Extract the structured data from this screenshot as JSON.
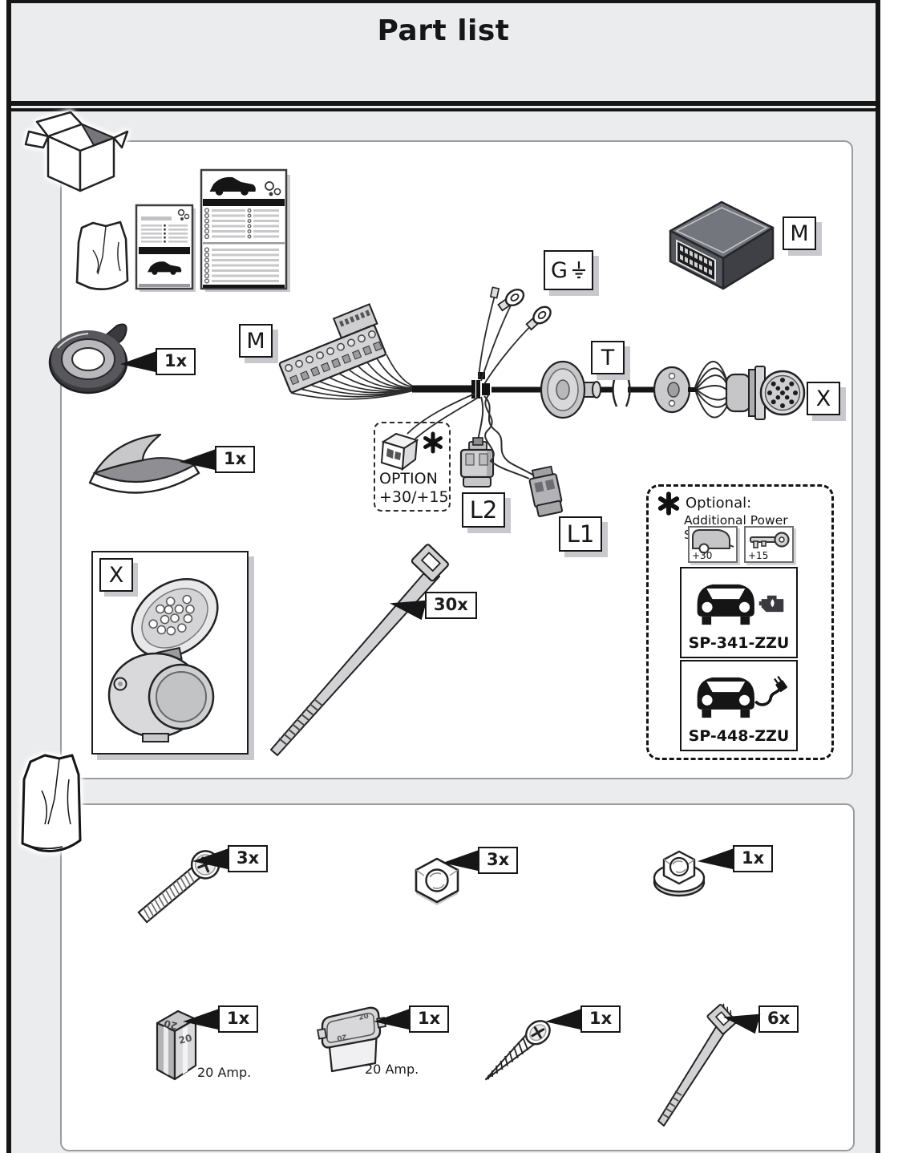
{
  "header": {
    "title": "Part list"
  },
  "kit": {
    "module_label": "M",
    "connector_label": "M",
    "ground_label": "G",
    "tube_label": "T",
    "socket_label": "X",
    "socket_detail_label": "X",
    "l1_label": "L1",
    "l2_label": "L2",
    "tape_qty": "1x",
    "pad_qty": "1x",
    "cable_tie_qty": "30x",
    "option_tag": {
      "asterisk": "*",
      "line1": "OPTION",
      "line2": "+30/+15"
    },
    "optional": {
      "asterisk": "*",
      "heading1": "Optional:",
      "heading2": "Additional Power Supply",
      "caravan_label": "+30",
      "key_label": "+15",
      "part_a": "SP-341-ZZU",
      "part_b": "SP-448-ZZU"
    }
  },
  "hardware": {
    "machine_screw_qty": "3x",
    "hex_nut_qty": "3x",
    "flange_nut_qty": "1x",
    "fuse_cartridge": {
      "qty": "1x",
      "marking": "20",
      "note": "20 Amp."
    },
    "fuse_jcase": {
      "qty": "1x",
      "marking": "20",
      "note": "20 Amp."
    },
    "tapping_screw_qty": "1x",
    "cable_tie_qty": "6x"
  },
  "colors": {
    "page_bg": "#ebecee",
    "ink": "#161616",
    "panel_border": "#9c9c9f",
    "part_gray": "#d2d2d4",
    "module_gray": "#54575c",
    "tag_shadow": "#c9c9cd"
  }
}
